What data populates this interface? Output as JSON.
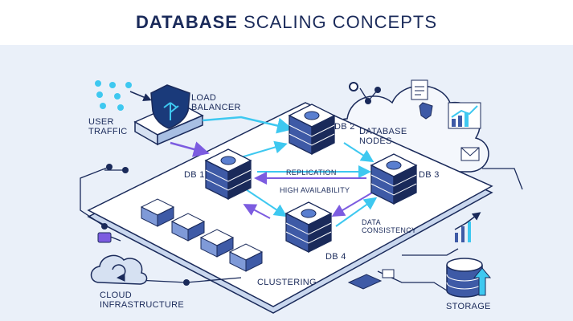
{
  "title": {
    "bold": "DATABASE",
    "rest": " SCALING CONCEPTS"
  },
  "labels": {
    "load_balancer": "LOAD\nBALANCER",
    "user_traffic": "USER\nTRAFFIC",
    "db1": "DB 1",
    "db2": "DB 2",
    "db3": "DB 3",
    "db4": "DB 4",
    "database_nodes": "DATABASE\nNODES",
    "replication": "REPLICATION",
    "high_availability": "HIGH AVAILABILITY",
    "data_consistency": "DATA\nCONSISTENCY",
    "clustering": "CLUSTERING",
    "cloud_infrastructure": "CLOUD\nINFRASTRUCTURE",
    "storage": "STORAGE"
  },
  "colors": {
    "navy": "#1a2a5a",
    "cyan": "#3ec8f0",
    "purple": "#7c5ce0",
    "platform": "#ffffff",
    "background": "#eaf0f9"
  }
}
